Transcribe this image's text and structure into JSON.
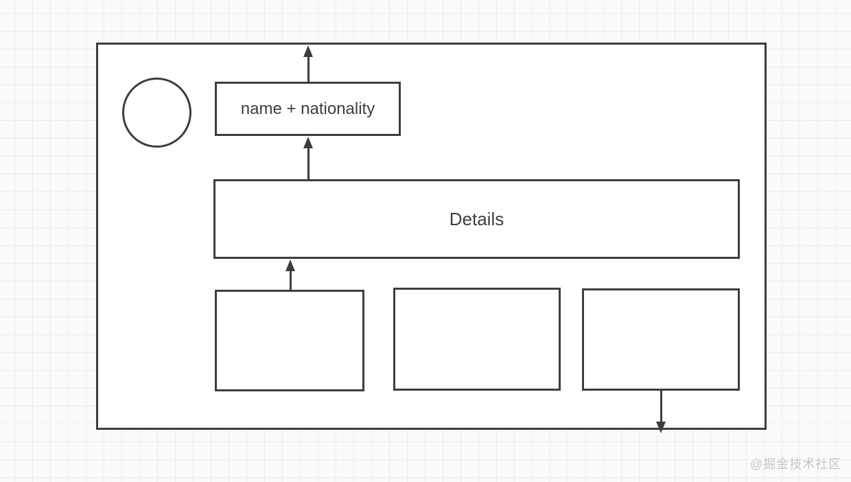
{
  "colors": {
    "stroke": "#3d3d3d",
    "text": "#3d3d3d",
    "canvas-bg": "#fafafa",
    "grid-line": "#ececec",
    "shape-fill": "#ffffff",
    "watermark": "#c6c6c6"
  },
  "diagram": {
    "type": "flowchart",
    "nodes": {
      "circle": {
        "label": ""
      },
      "name_box": {
        "label": "name + nationality"
      },
      "details_box": {
        "label": "Details"
      },
      "bottom_box_1": {
        "label": ""
      },
      "bottom_box_2": {
        "label": ""
      },
      "bottom_box_3": {
        "label": ""
      }
    },
    "arrows": [
      {
        "from": "name_box",
        "to": "outer-rect-top-edge",
        "direction": "up"
      },
      {
        "from": "details_box",
        "to": "name_box",
        "direction": "up"
      },
      {
        "from": "bottom_box_1",
        "to": "details_box",
        "direction": "up"
      },
      {
        "from": "bottom_box_3",
        "to": "outer-rect-bottom-edge",
        "direction": "down"
      }
    ]
  },
  "watermark": {
    "text": "@掘金技术社区"
  }
}
